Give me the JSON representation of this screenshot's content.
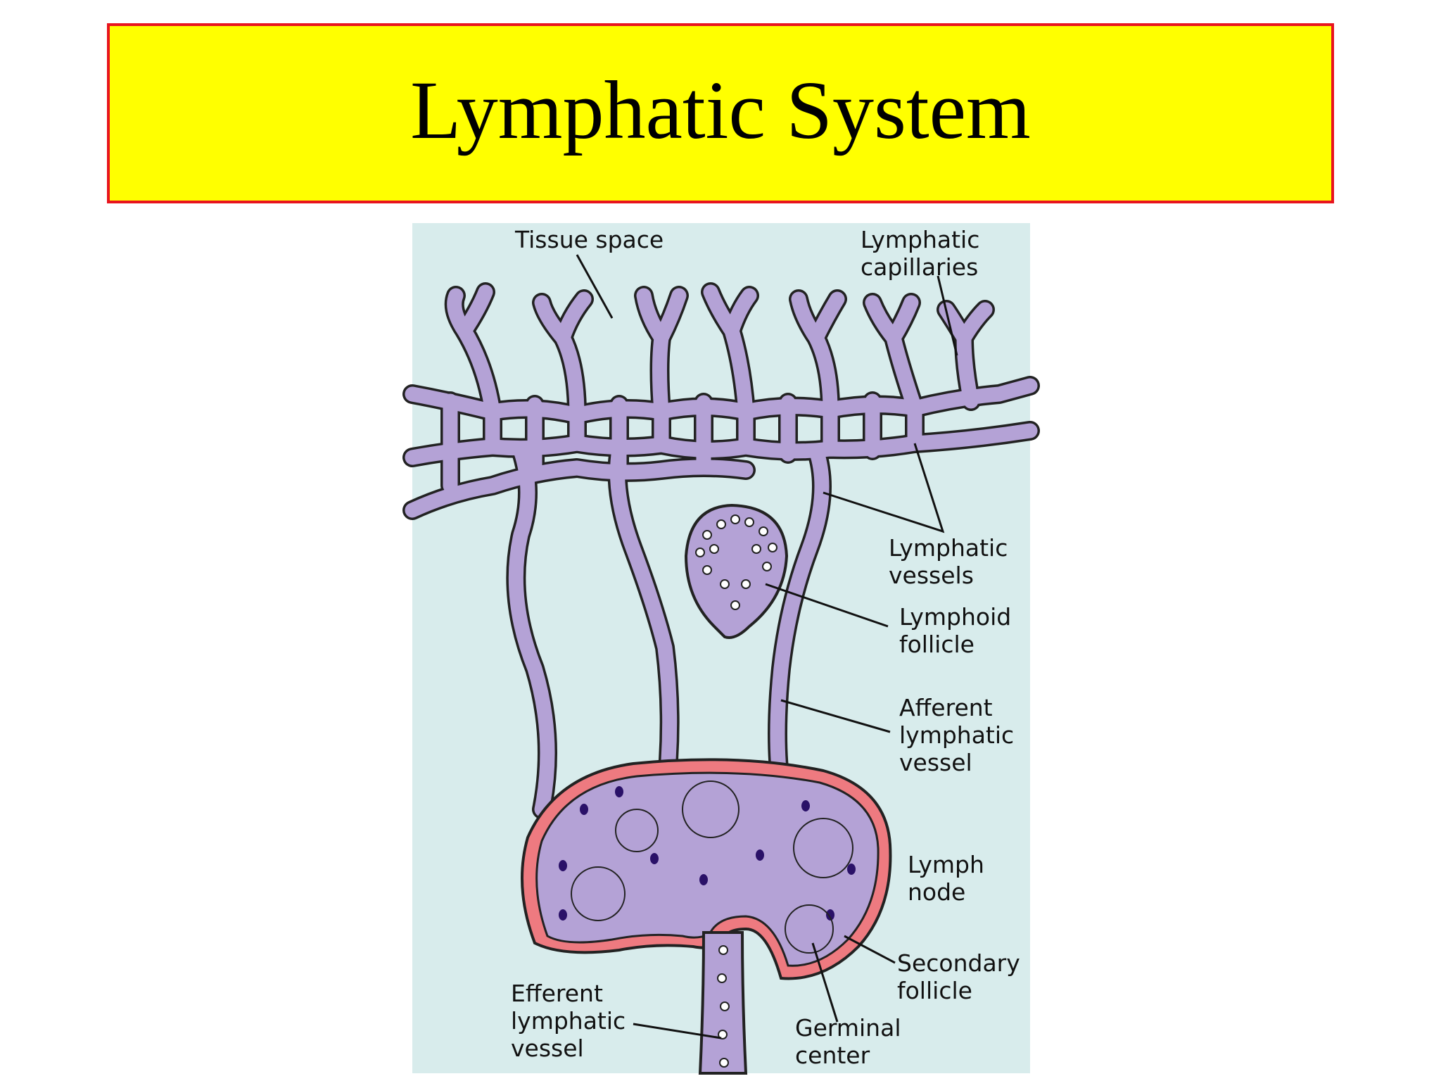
{
  "title": "Lymphatic System",
  "labels": {
    "tissue_space": "Tissue space",
    "lymphatic_capillaries": [
      "Lymphatic",
      "capillaries"
    ],
    "lymphatic_vessels": [
      "Lymphatic",
      "vessels"
    ],
    "lymphoid_follicle": [
      "Lymphoid",
      "follicle"
    ],
    "afferent_lymphatic_vessel": [
      "Afferent",
      "lymphatic",
      "vessel"
    ],
    "lymph_node": [
      "Lymph",
      "node"
    ],
    "secondary_follicle": [
      "Secondary",
      "follicle"
    ],
    "germinal_center": [
      "Germinal",
      "center"
    ],
    "efferent_lymphatic_vessel": [
      "Efferent",
      "lymphatic",
      "vessel"
    ]
  },
  "colors": {
    "title_background": "#ffff00",
    "title_border": "#e8141e",
    "panel_background": "#d8ecec",
    "vessel_fill": "#b4a2d6",
    "node_capsule": "#ee7a80",
    "cell_nucleus": "#2a1168"
  }
}
